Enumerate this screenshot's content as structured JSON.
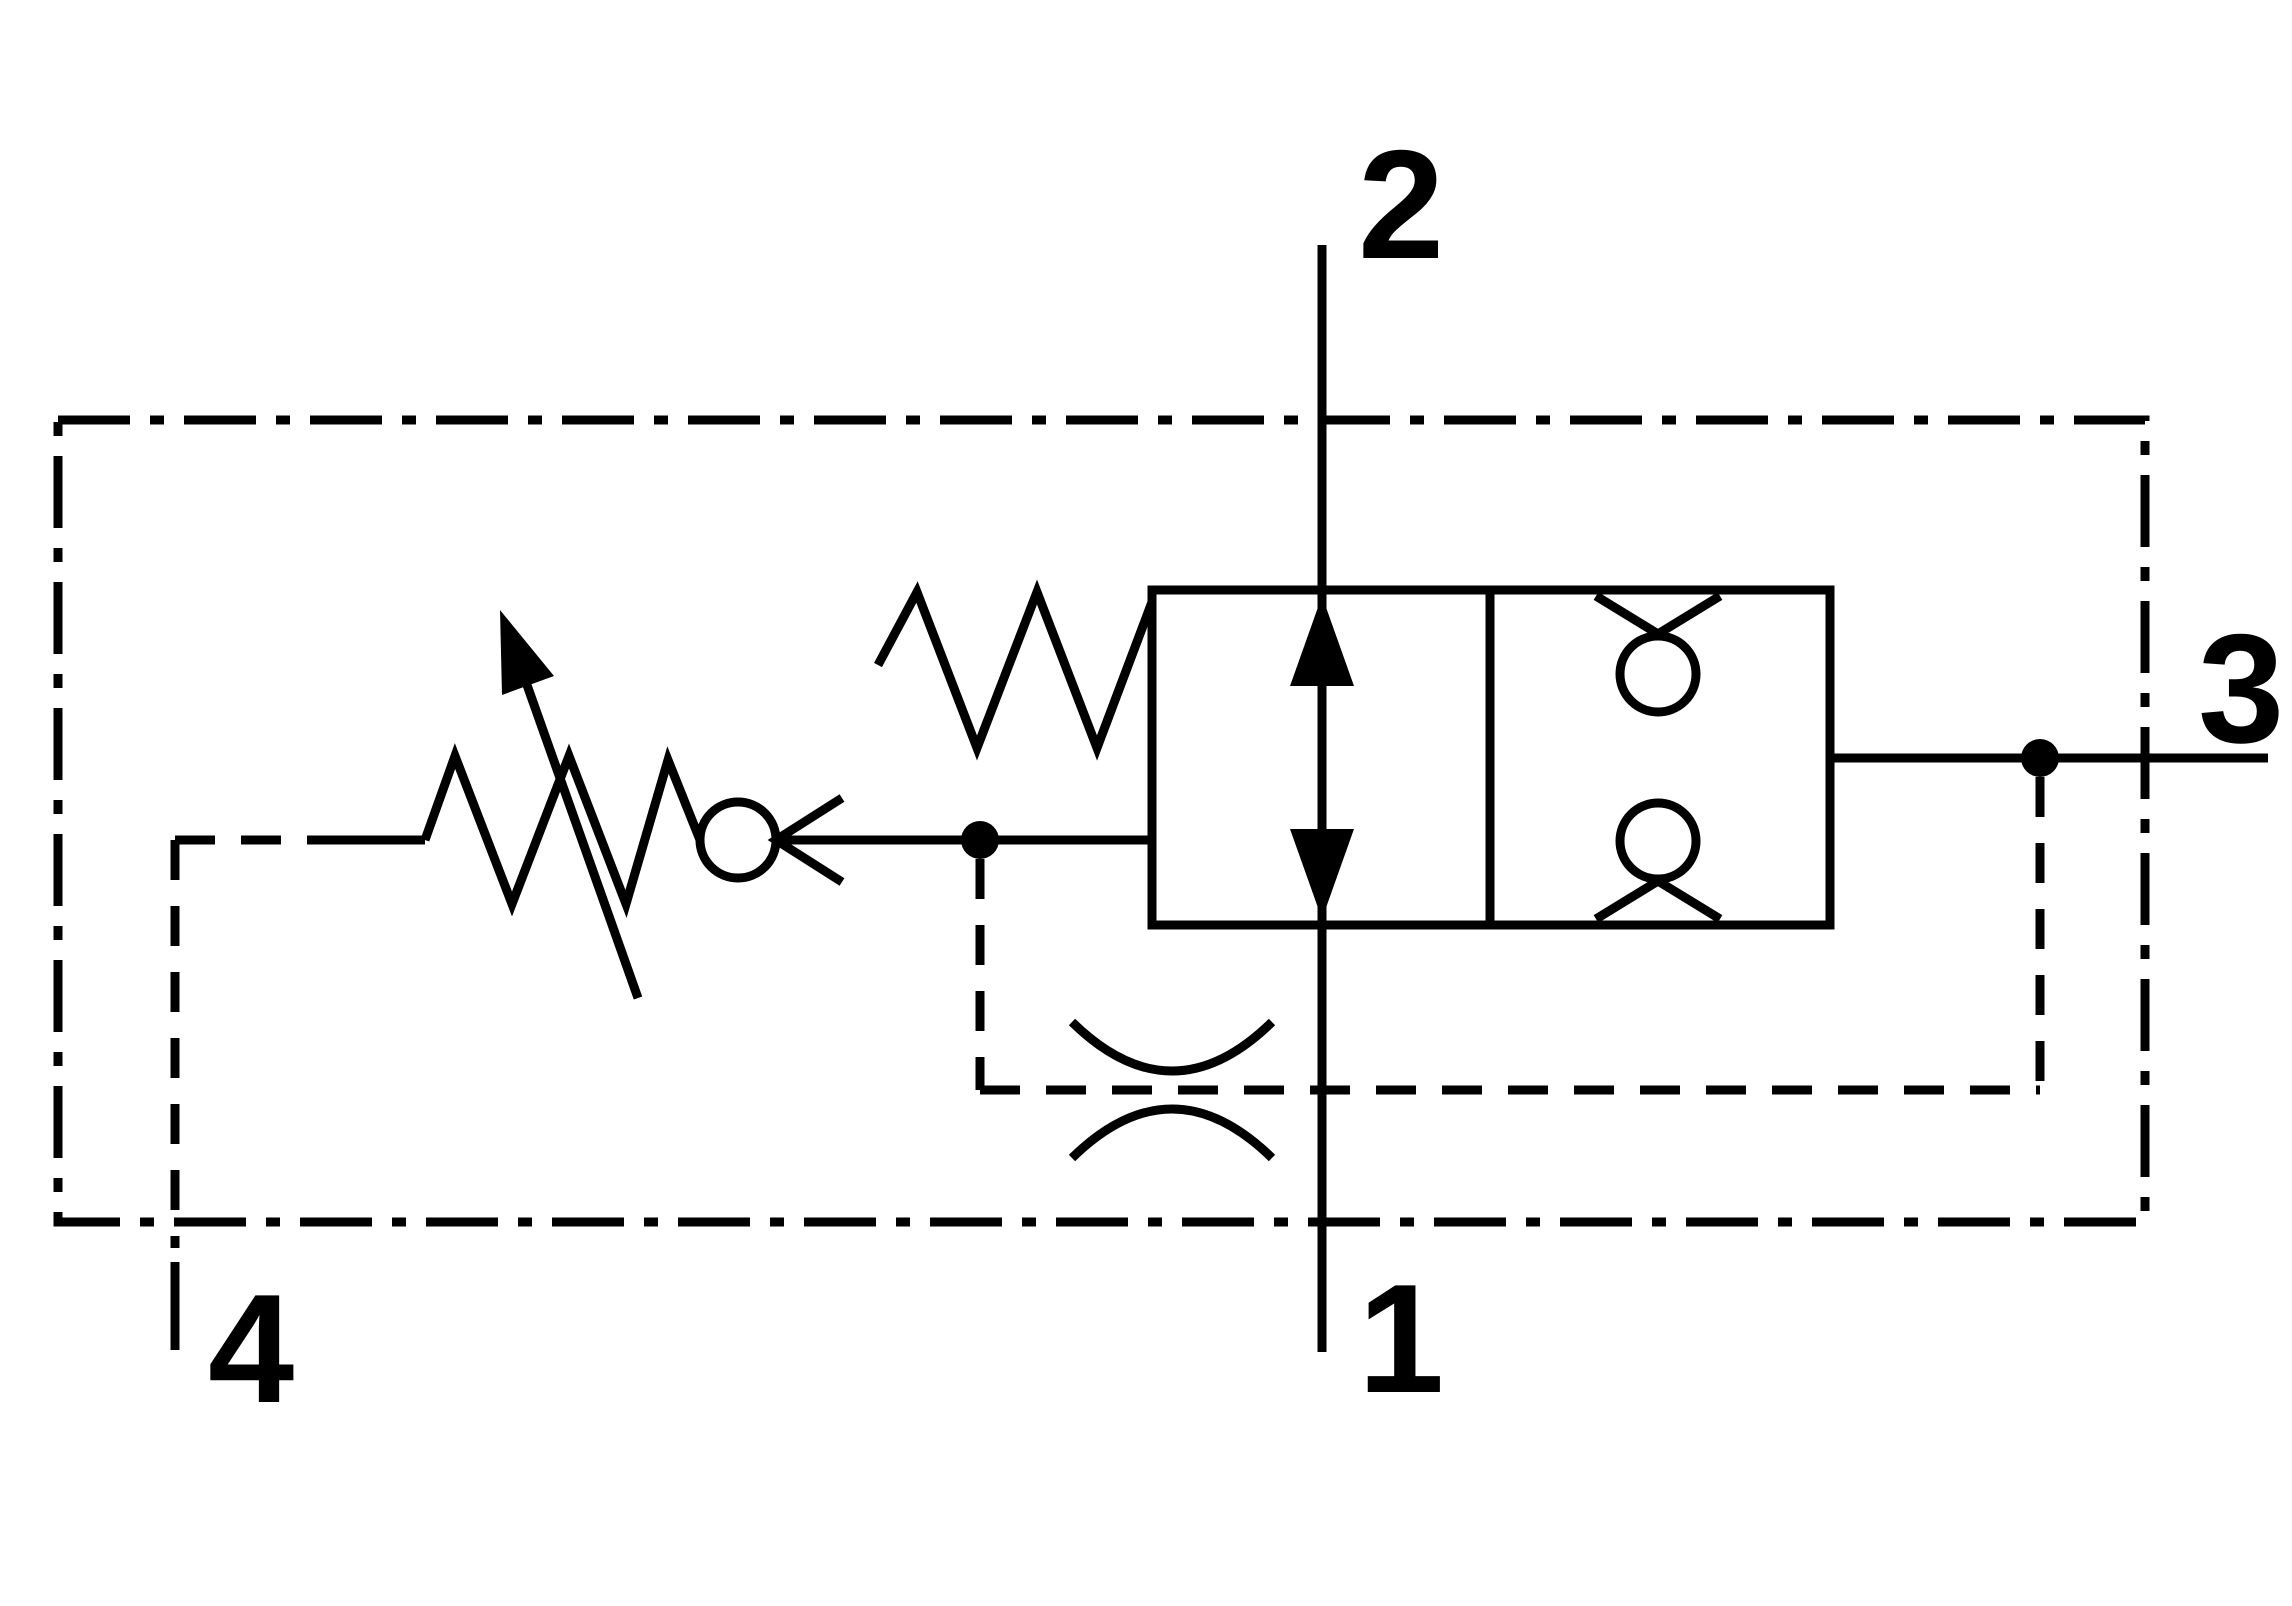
{
  "diagram": {
    "background": "#ffffff",
    "line_color": "#000000",
    "ports": {
      "port1": {
        "label": "1"
      },
      "port2": {
        "label": "2"
      },
      "port3": {
        "label": "3"
      },
      "port4": {
        "label": "4"
      }
    },
    "components": {
      "envelope": "dash-dot-component-boundary",
      "main_flow_path": "vertical-flow-line-port2-to-port1",
      "valve_block": "two-section-valve-body",
      "left_section": "bidirectional-flow-arrows",
      "right_section": "dual-opposed-check-valves",
      "relief_section": "adjustable-spring-with-poppet-check",
      "valve_spring": "zigzag-spring",
      "orifice": "pilot-orifice-restriction",
      "pilot_lines": "dashed-pilot-and-drain-lines",
      "junctions": "filled-junction-dots"
    }
  }
}
